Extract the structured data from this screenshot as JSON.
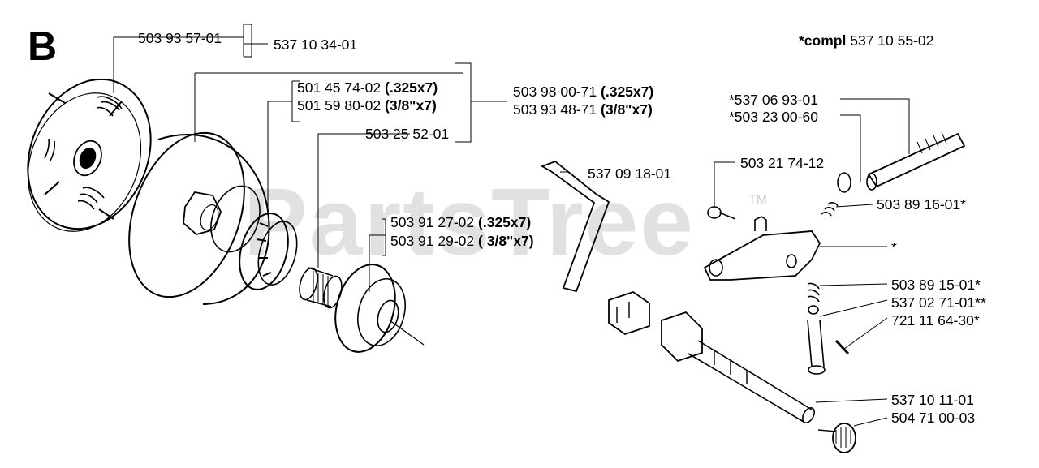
{
  "section_letter": "B",
  "watermark": {
    "text": "PartsTree",
    "tm": "TM"
  },
  "compl_note": {
    "prefix": "*compl",
    "number": "537 10 55-02"
  },
  "labels": [
    {
      "id": "p1",
      "number": "503 93 57-01",
      "spec": ""
    },
    {
      "id": "p2",
      "number": "537 10 34-01",
      "spec": ""
    },
    {
      "id": "p3",
      "number": "501 45 74-02",
      "spec": "(.325x7)"
    },
    {
      "id": "p4",
      "number": "501 59 80-02",
      "spec": "(3/8\"x7)"
    },
    {
      "id": "p5",
      "number": "503 98 00-71",
      "spec": "(.325x7)"
    },
    {
      "id": "p6",
      "number": "503 93 48-71",
      "spec": "(3/8\"x7)"
    },
    {
      "id": "p7",
      "number": "503 25 52-01",
      "spec": ""
    },
    {
      "id": "p8",
      "number": "503 91 27-02",
      "spec": "(.325x7)"
    },
    {
      "id": "p9",
      "number": "503 91 29-02",
      "spec": "( 3/8\"x7)"
    },
    {
      "id": "p10",
      "number": "537 09 18-01",
      "spec": ""
    },
    {
      "id": "p11",
      "number": "503 21 74-12",
      "spec": ""
    },
    {
      "id": "p12",
      "number": "*537 06 93-01",
      "spec": ""
    },
    {
      "id": "p13",
      "number": "*503 23 00-60",
      "spec": ""
    },
    {
      "id": "p14",
      "number": "503 89 16-01*",
      "spec": ""
    },
    {
      "id": "p15",
      "number": "*",
      "spec": ""
    },
    {
      "id": "p16",
      "number": "503 89 15-01*",
      "spec": ""
    },
    {
      "id": "p17",
      "number": "537 02 71-01**",
      "spec": ""
    },
    {
      "id": "p18",
      "number": "721 11 64-30*",
      "spec": ""
    },
    {
      "id": "p19",
      "number": "537 10 11-01",
      "spec": ""
    },
    {
      "id": "p20",
      "number": "504 71 00-03",
      "spec": ""
    }
  ]
}
